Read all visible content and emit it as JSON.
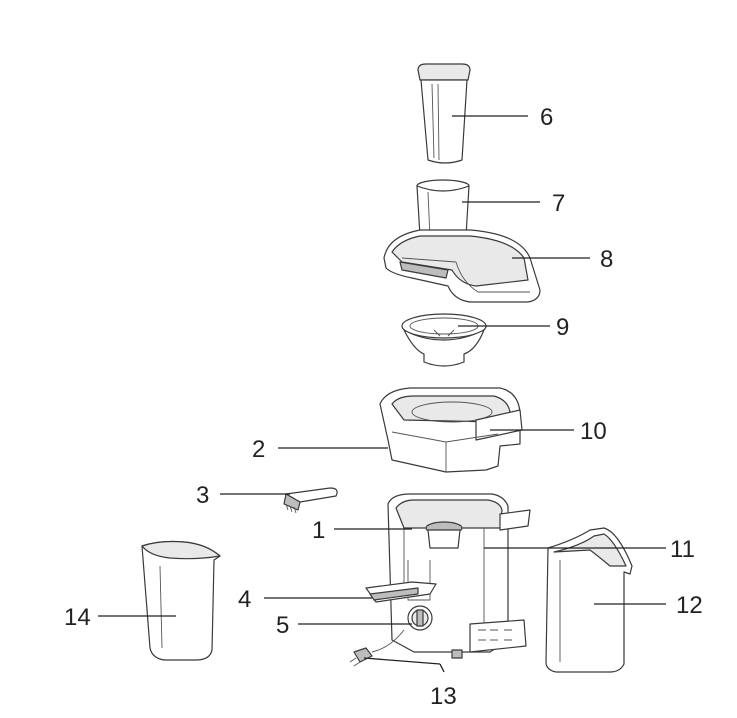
{
  "callouts": [
    {
      "id": "6",
      "label": "6"
    },
    {
      "id": "7",
      "label": "7"
    },
    {
      "id": "8",
      "label": "8"
    },
    {
      "id": "9",
      "label": "9"
    },
    {
      "id": "10",
      "label": "10"
    },
    {
      "id": "2",
      "label": "2"
    },
    {
      "id": "3",
      "label": "3"
    },
    {
      "id": "1",
      "label": "1"
    },
    {
      "id": "11",
      "label": "11"
    },
    {
      "id": "4",
      "label": "4"
    },
    {
      "id": "12",
      "label": "12"
    },
    {
      "id": "14",
      "label": "14"
    },
    {
      "id": "5",
      "label": "5"
    },
    {
      "id": "13",
      "label": "13"
    }
  ]
}
